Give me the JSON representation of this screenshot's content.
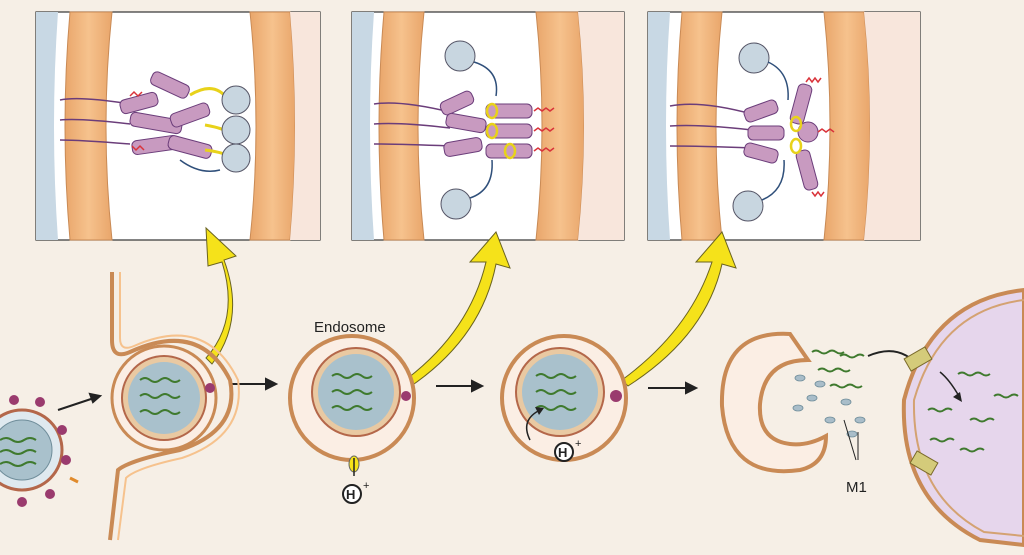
{
  "labels": {
    "endosome": "Endosome",
    "proton_1": "H",
    "proton_2": "H",
    "proton_charge": "+",
    "m1": "M1"
  },
  "colors": {
    "background": "#f6efe6",
    "membrane": "#f2b57b",
    "membrane_edge": "#c98a55",
    "cytoplasm_blue": "#c8d8e4",
    "hemagglutinin": "#c89ac0",
    "fusion_peptide": "#d9333a",
    "arrow_yellow": "#f5e21a",
    "nucleus": "#e6d6ec",
    "m1_protein": "#a9bdc9"
  }
}
